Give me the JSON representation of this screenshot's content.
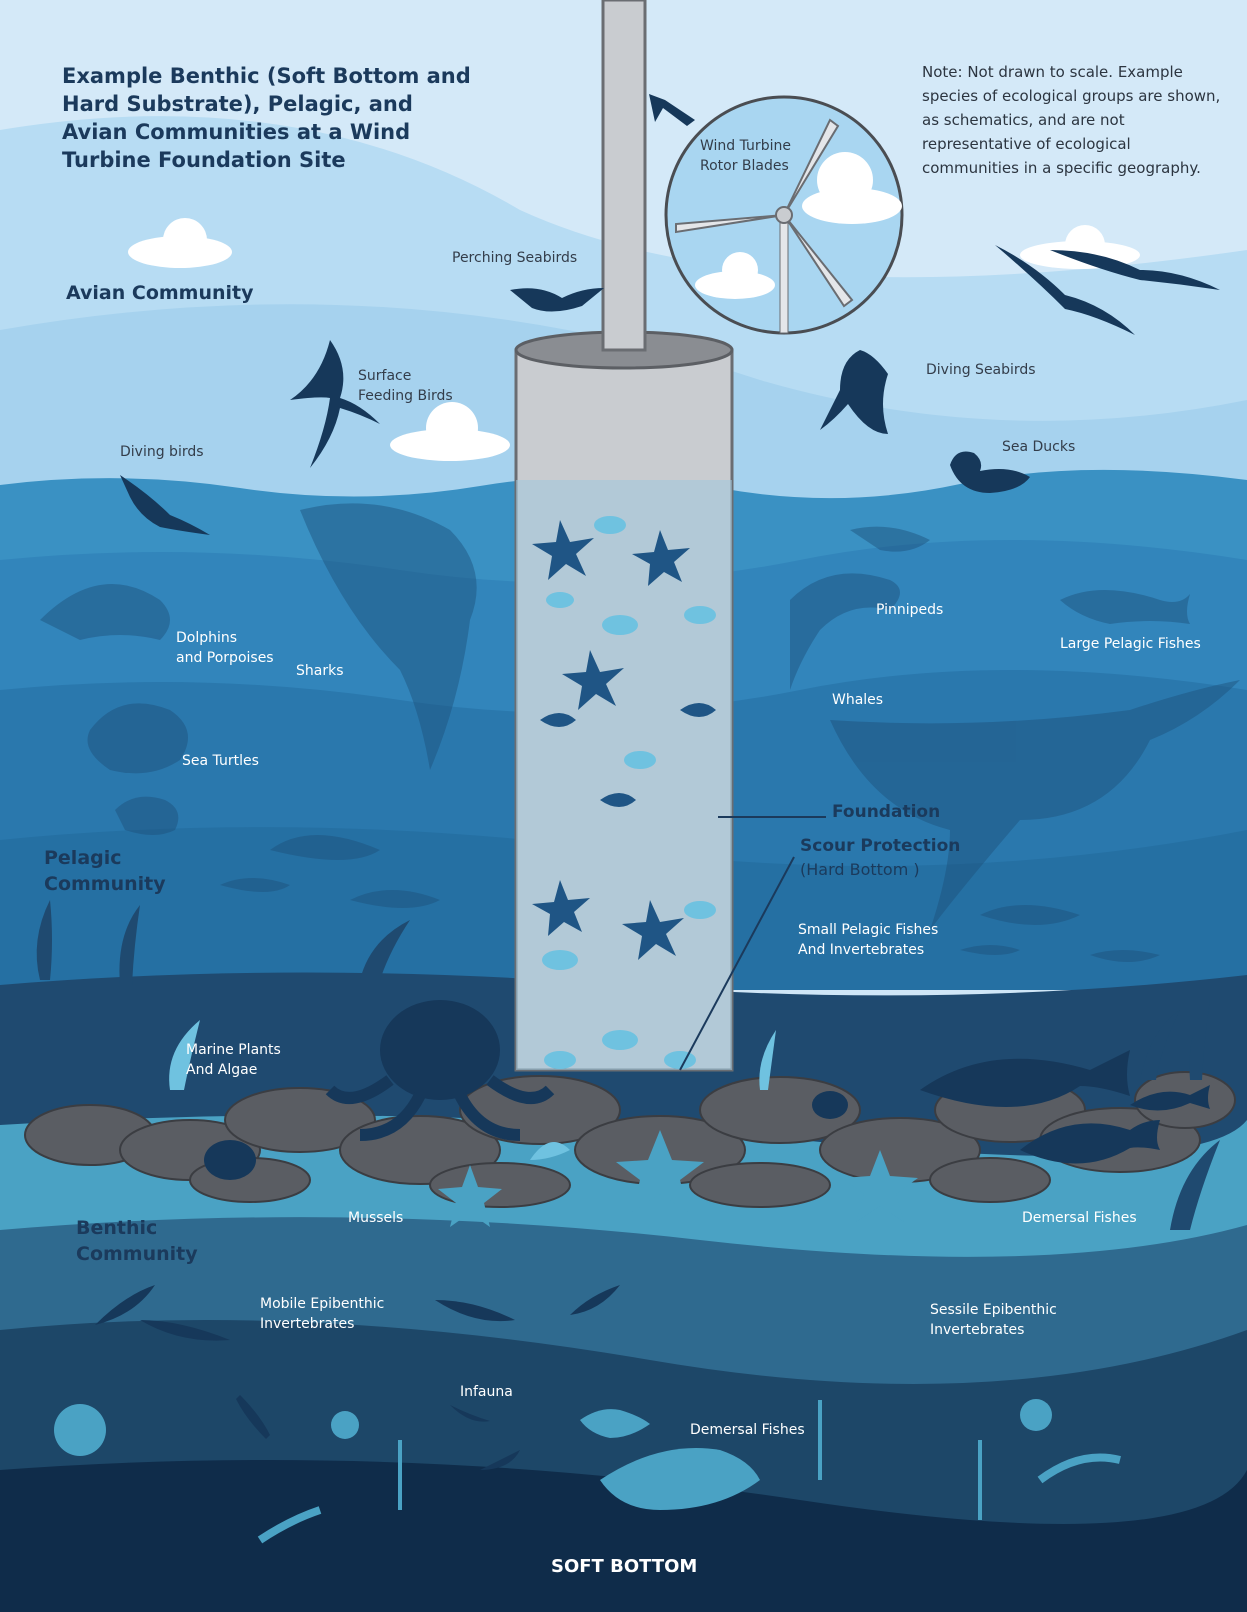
{
  "title": "Example Benthic (Soft Bottom and Hard Substrate), Pelagic, and Avian Communities at a Wind Turbine Foundation Site",
  "note": "Note: Not drawn to scale.\nExample species of ecological groups are shown, as schematics, and are not representative of ecological communities in a specific geography.",
  "communities": {
    "avian": "Avian Community",
    "pelagic": "Pelagic\nCommunity",
    "benthic": "Benthic\nCommunity"
  },
  "labels": {
    "perching_seabirds": "Perching Seabirds",
    "rotor_blades": "Wind Turbine\nRotor Blades",
    "surface_feeding_birds": "Surface\nFeeding Birds",
    "diving_birds": "Diving birds",
    "diving_seabirds": "Diving Seabirds",
    "sea_ducks": "Sea Ducks",
    "dolphins": "Dolphins\nand Porpoises",
    "sharks": "Sharks",
    "pinnipeds": "Pinnipeds",
    "large_pelagic_fishes": "Large Pelagic Fishes",
    "whales": "Whales",
    "sea_turtles": "Sea Turtles",
    "foundation": "Foundation",
    "scour_protection": "Scour Protection",
    "hard_bottom": "(Hard Bottom )",
    "small_pelagic": "Small Pelagic Fishes\nAnd Invertebrates",
    "marine_plants": "Marine Plants\nAnd Algae",
    "mussels": "Mussels",
    "demersal_fishes_hard": "Demersal Fishes",
    "mobile_epibenthic": "Mobile Epibenthic\nInvertebrates",
    "sessile_epibenthic": "Sessile Epibenthic\nInvertebrates",
    "infauna": "Infauna",
    "demersal_fishes_soft": "Demersal Fishes",
    "soft_bottom": "SOFT BOTTOM"
  },
  "colors": {
    "sky": "#cfe6f7",
    "water_surface": "#3a91c3",
    "water_mid": "#2f7fb4",
    "water_deep": "#1d5f91",
    "seabed_band": "#1f4a70",
    "soft_bottom": "#0f2c4a",
    "rocks": "#5a5d63",
    "foundation": "#c9ccd0",
    "silhouette": "#16385a"
  }
}
